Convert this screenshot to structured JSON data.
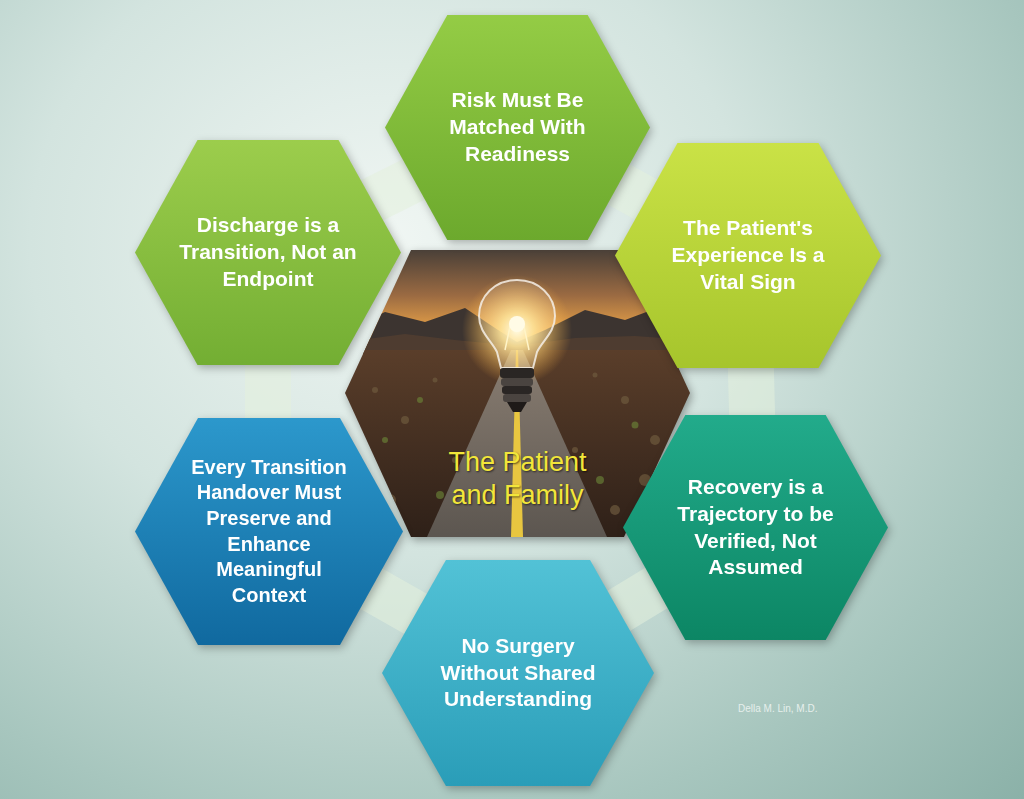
{
  "diagram": {
    "nodes": [
      {
        "text": [
          "Risk Must Be Matched With Readiness"
        ]
      },
      {
        "text": [
          "Discharge is a Transition, Not an Endpoint"
        ]
      },
      {
        "text": [
          "The Patient's Experience Is a Vital Sign"
        ]
      },
      {
        "text": [
          "The Patient and Family"
        ]
      },
      {
        "text": [
          "Every Transition Handover Must Preserve and Enhance Meaningful Context"
        ]
      },
      {
        "text": [
          "Recovery is a Trajectory to be Verified, Not Assumed"
        ]
      },
      {
        "text": [
          "No Surgery Without Shared Understanding"
        ]
      }
    ],
    "labels": [
      "Della M. Lin, M.D."
    ]
  }
}
